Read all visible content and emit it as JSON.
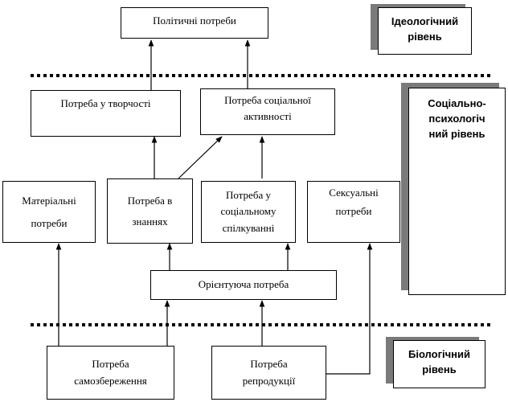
{
  "levels": {
    "ideological": "Ідеологічний\nрівень",
    "socio_psychological": "Соціально-\nпсихологіч\nний рівень",
    "biological": "Біологічний\nрівень"
  },
  "needs": {
    "political": "Політичні потреби",
    "creativity": "Потреба у творчості",
    "social_activity": "Потреба соціальної\nактивності",
    "material": "Матеріальні\nпотреби",
    "knowledge": "Потреба в\nзнаннях",
    "social_communication": "Потреба у\nсоціальному\nспілкуванні",
    "sexual": "Сексуальні\nпотреби",
    "orienting": "Орієнтуюча потреба",
    "self_preservation": "Потреба\nсамозбереження",
    "reproduction": "Потреба\nрепродукції"
  }
}
